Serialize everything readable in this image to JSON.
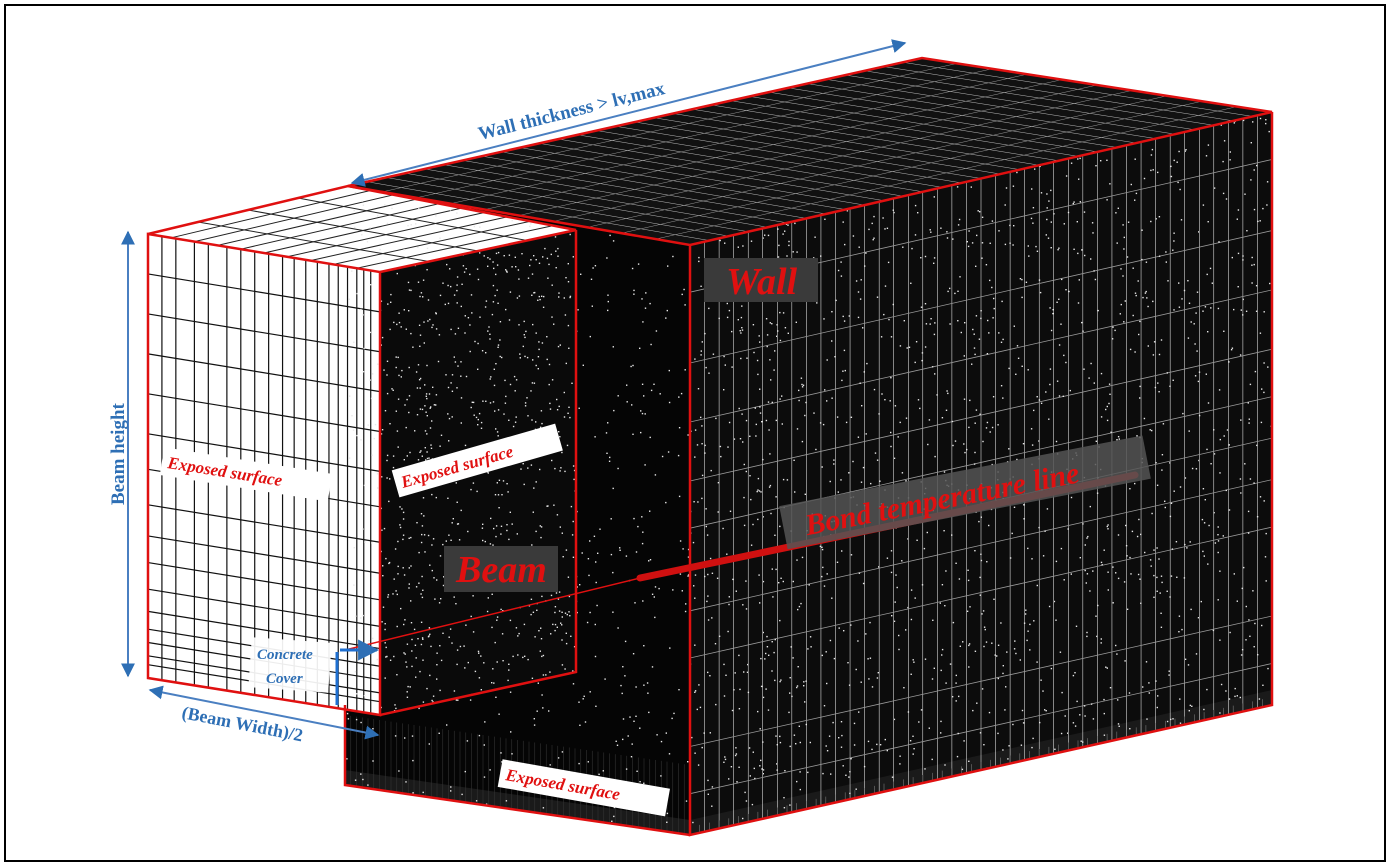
{
  "labels": {
    "wall_thickness": "Wall thickness > lv,max",
    "beam_height": "Beam height",
    "beam_width": "(Beam Width)/2",
    "concrete_cover_1": "Concrete",
    "concrete_cover_2": "Cover",
    "exposed_surface_left": "Exposed surface",
    "exposed_surface_front": "Exposed surface",
    "exposed_surface_bottom": "Exposed surface",
    "wall": "Wall",
    "beam": "Beam",
    "bond_line": "Bond temperature line"
  },
  "colors": {
    "edge": "#e01010",
    "dimension": "#2e6fb5",
    "mesh": "#000000",
    "label_box": "#3a3a3a",
    "tag_bg": "#ffffff"
  }
}
